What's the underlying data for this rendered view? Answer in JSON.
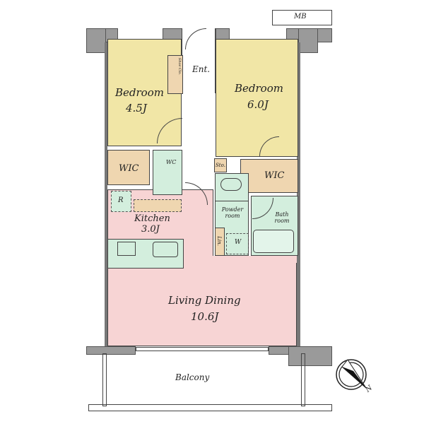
{
  "plan": {
    "mb": "MB",
    "entrance": "Ent.",
    "shoe_closet": "Shoe Clo.",
    "bedroom1": {
      "name": "Bedroom",
      "size": "4.5J"
    },
    "bedroom2": {
      "name": "Bedroom",
      "size": "6.0J"
    },
    "wic1": "WIC",
    "wic2": "WIC",
    "wc": "WC",
    "storage": "Sto.",
    "refrigerator": "R",
    "kitchen": {
      "name": "Kitchen",
      "size": "3.0J"
    },
    "powder": "Powder room",
    "bath": "Bath room",
    "linen": "Lin.",
    "washer": "W",
    "living": {
      "name": "Living Dining",
      "size": "10.6J"
    },
    "balcony": "Balcony",
    "north": "N"
  },
  "colors": {
    "bedroom": "#f1e6a6",
    "closet": "#efd6b0",
    "wet": "#d3eedd",
    "living": "#f7d4d4"
  }
}
